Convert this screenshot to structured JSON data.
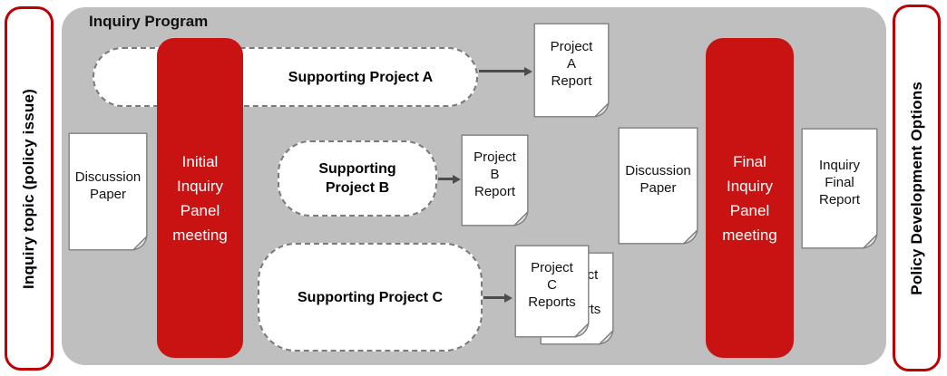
{
  "sidebars": {
    "left_label": "Inquiry topic (policy issue)",
    "right_label": "Policy Development Options"
  },
  "program": {
    "title": "Inquiry Program",
    "discussion_paper_1": "Discussion\nPaper",
    "initial_meeting": "Initial\nInquiry\nPanel\nmeeting",
    "supporting_project_a": "Supporting Project A",
    "supporting_project_b": "Supporting\nProject B",
    "supporting_project_c": "Supporting Project C",
    "project_a_report": "Project\nA\nReport",
    "project_b_report": "Project\nB\nReport",
    "project_c_reports": "Project\nC\nReports",
    "discussion_paper_2": "Discussion\nPaper",
    "final_meeting": "Final\nInquiry\nPanel\nmeeting",
    "inquiry_final_report": "Inquiry\nFinal\nReport"
  },
  "colors": {
    "red_fill": "#C91212",
    "red_border": "#C00000",
    "panel_gray": "#BFBFBF",
    "dashed_border": "#7A7A7A",
    "doc_border": "#7F7F7F",
    "arrow": "#4D4D4D"
  }
}
